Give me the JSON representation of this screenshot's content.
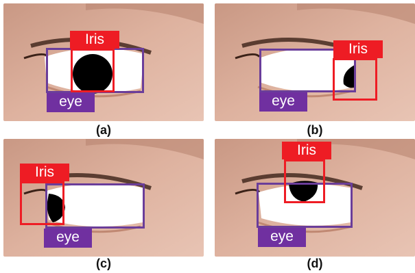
{
  "colors": {
    "iris_box": "#ee1c24",
    "eye_box": "#6a3d9a",
    "iris_tag_bg": "#ee1c24",
    "eye_tag_bg": "#7030a0",
    "sclera": "#ffffff",
    "iris": "#000000",
    "skin": "#d9ab96"
  },
  "panels": [
    {
      "caption": "(a)",
      "iris_label": "Iris",
      "eye_label": "eye",
      "iris_position": "center"
    },
    {
      "caption": "(b)",
      "iris_label": "Iris",
      "eye_label": "eye",
      "iris_position": "right"
    },
    {
      "caption": "(c)",
      "iris_label": "Iris",
      "eye_label": "eye",
      "iris_position": "left"
    },
    {
      "caption": "(d)",
      "iris_label": "Iris",
      "eye_label": "eye",
      "iris_position": "top"
    }
  ]
}
